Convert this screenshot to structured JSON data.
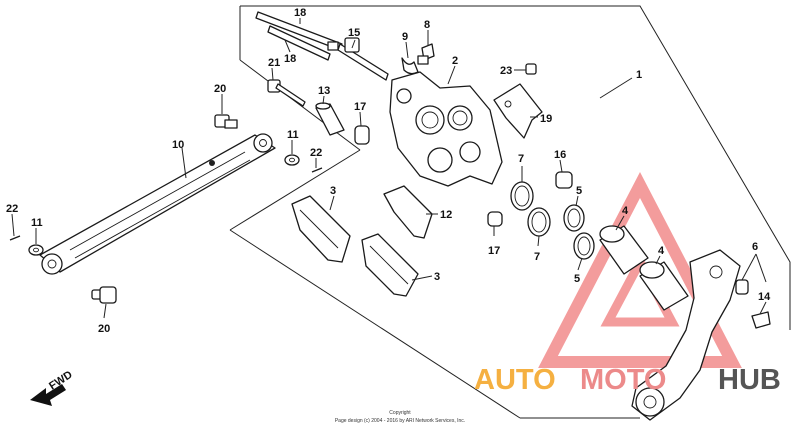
{
  "callouts": {
    "c1": "1",
    "c2": "2",
    "c3a": "3",
    "c3b": "3",
    "c4a": "4",
    "c4b": "4",
    "c5a": "5",
    "c5b": "5",
    "c6": "6",
    "c7a": "7",
    "c7b": "7",
    "c8": "8",
    "c9": "9",
    "c10": "10",
    "c11a": "11",
    "c11b": "11",
    "c12": "12",
    "c13": "13",
    "c14": "14",
    "c15": "15",
    "c16": "16",
    "c17a": "17",
    "c17b": "17",
    "c18a": "18",
    "c18b": "18",
    "c19": "19",
    "c20a": "20",
    "c20b": "20",
    "c21": "21",
    "c22a": "22",
    "c22b": "22",
    "c23": "23"
  },
  "direction_label": "FWD",
  "copyright": {
    "line1": "Copyright",
    "line2": "Page design (c) 2004 - 2016 by ARI Network Services, Inc."
  },
  "watermark": {
    "part1": "AUTO",
    "part2": "MOTO",
    "part3": "HUB",
    "colors": {
      "auto": "#f5b041",
      "moto": "#ec8a8a",
      "hub": "#555555",
      "triangle": "#f28b8b"
    }
  }
}
